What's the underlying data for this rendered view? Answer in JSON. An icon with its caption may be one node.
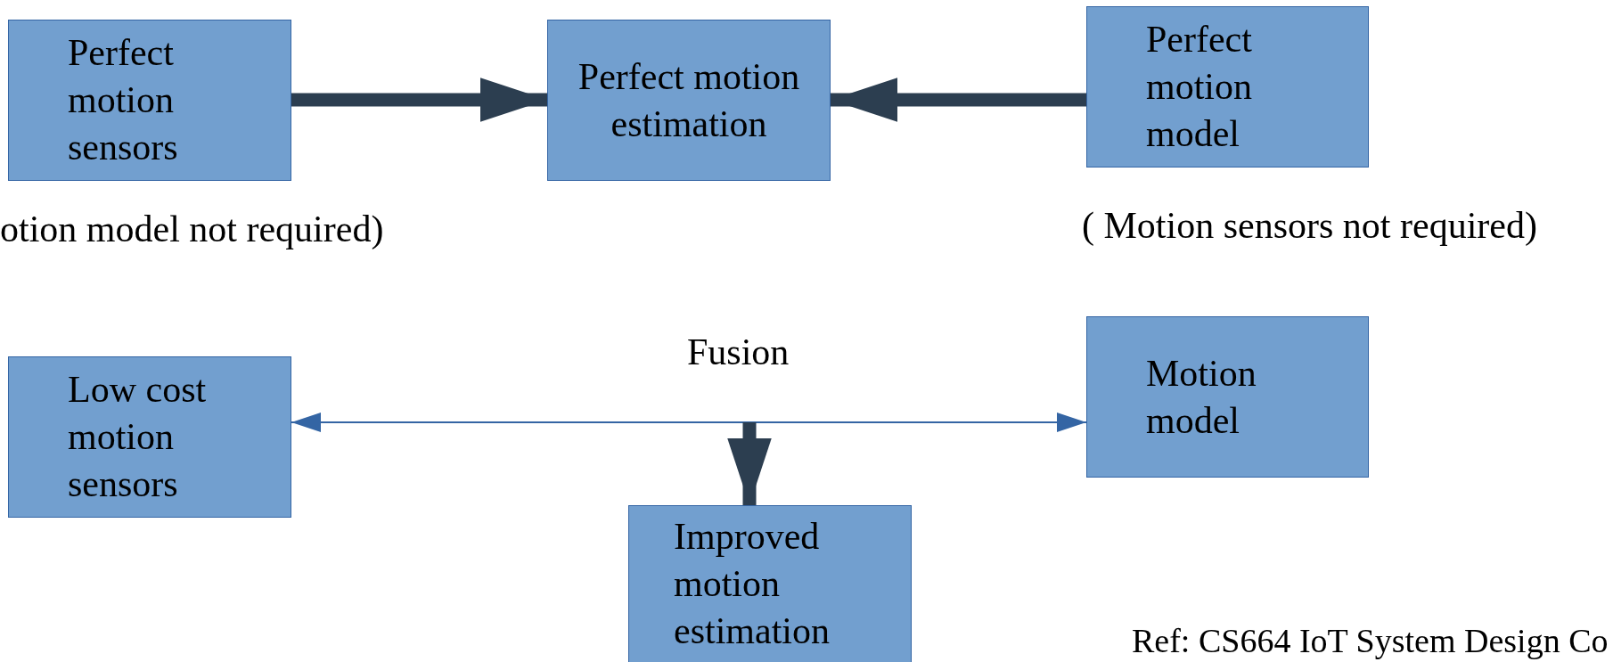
{
  "diagram": {
    "nodes": [
      {
        "text": [
          "Perfect motion sensors"
        ],
        "beside": [
          "otion model not required)"
        ]
      },
      {
        "text": [
          "Perfect motion estimation"
        ]
      },
      {
        "text": [
          "Perfect motion model"
        ],
        "beside": [
          "( Motion sensors not required)"
        ]
      },
      {
        "text": [
          "Low cost motion sensors"
        ]
      },
      {
        "text": [
          "Motion model"
        ]
      },
      {
        "text": [
          "Improved motion estimation"
        ]
      }
    ],
    "edges": [
      {
        "from": 0,
        "to": 1,
        "arrow": "to"
      },
      {
        "from": 2,
        "to": 1,
        "arrow": "to"
      },
      {
        "from": 3,
        "to": 4,
        "arrow": "both",
        "color": "#3465a4"
      },
      {
        "from": null,
        "to": 5,
        "arrow": "to"
      }
    ],
    "labels": [
      "Fusion",
      "Ref: CS664 IoT System Design Co"
    ]
  }
}
